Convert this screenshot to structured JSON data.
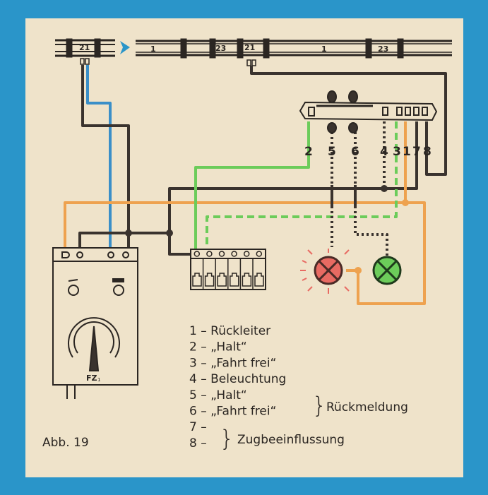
{
  "track": {
    "left_label": "21",
    "sections": [
      "1",
      "23",
      "21",
      "1",
      "23"
    ]
  },
  "signal_pins": [
    "2",
    "5",
    "6",
    "4",
    "3",
    "1",
    "7",
    "8"
  ],
  "device_label": "FZ",
  "device_subscript": "1",
  "legend": [
    {
      "num": "1",
      "text": "Rückleiter"
    },
    {
      "num": "2",
      "text": "„Halt“"
    },
    {
      "num": "3",
      "text": "„Fahrt frei“"
    },
    {
      "num": "4",
      "text": "Beleuchtung"
    },
    {
      "num": "5",
      "text": "„Halt“"
    },
    {
      "num": "6",
      "text": "„Fahrt frei“"
    },
    {
      "num": "7",
      "text": ""
    },
    {
      "num": "8",
      "text": ""
    }
  ],
  "group_labels": {
    "feedback": "Rückmeldung",
    "train_control": "Zugbeeinflussung"
  },
  "figure_label": "Abb. 19",
  "colors": {
    "frame": "#2a95c9",
    "paper": "#efe3ca",
    "wire": "#3a332e",
    "blue": "#3a8fc8",
    "green": "#6ccc5a",
    "orange": "#eea24f",
    "red": "#e86a62"
  }
}
